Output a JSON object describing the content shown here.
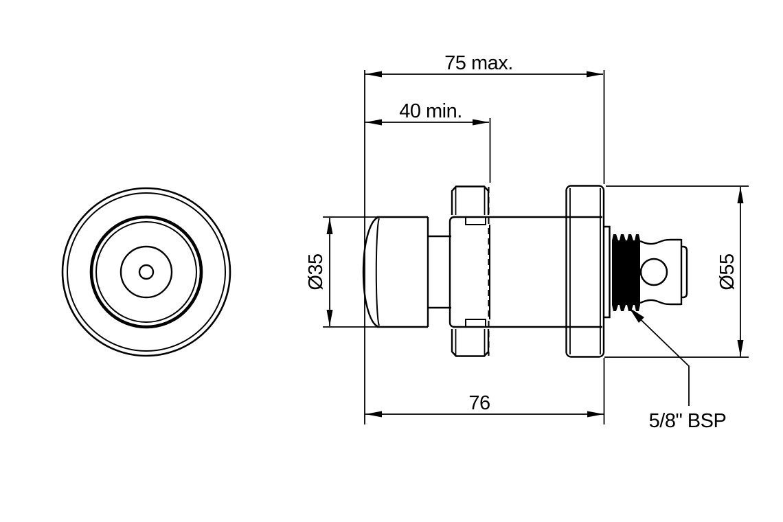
{
  "drawing": {
    "background_color": "#ffffff",
    "line_color": "#000000",
    "dimensions": {
      "overall_length_max": "75 max.",
      "engagement_min": "40 min.",
      "body_diameter": "Ø35",
      "flange_diameter": "Ø55",
      "overall_length": "76",
      "thread_label": "5/8\" BSP"
    }
  }
}
